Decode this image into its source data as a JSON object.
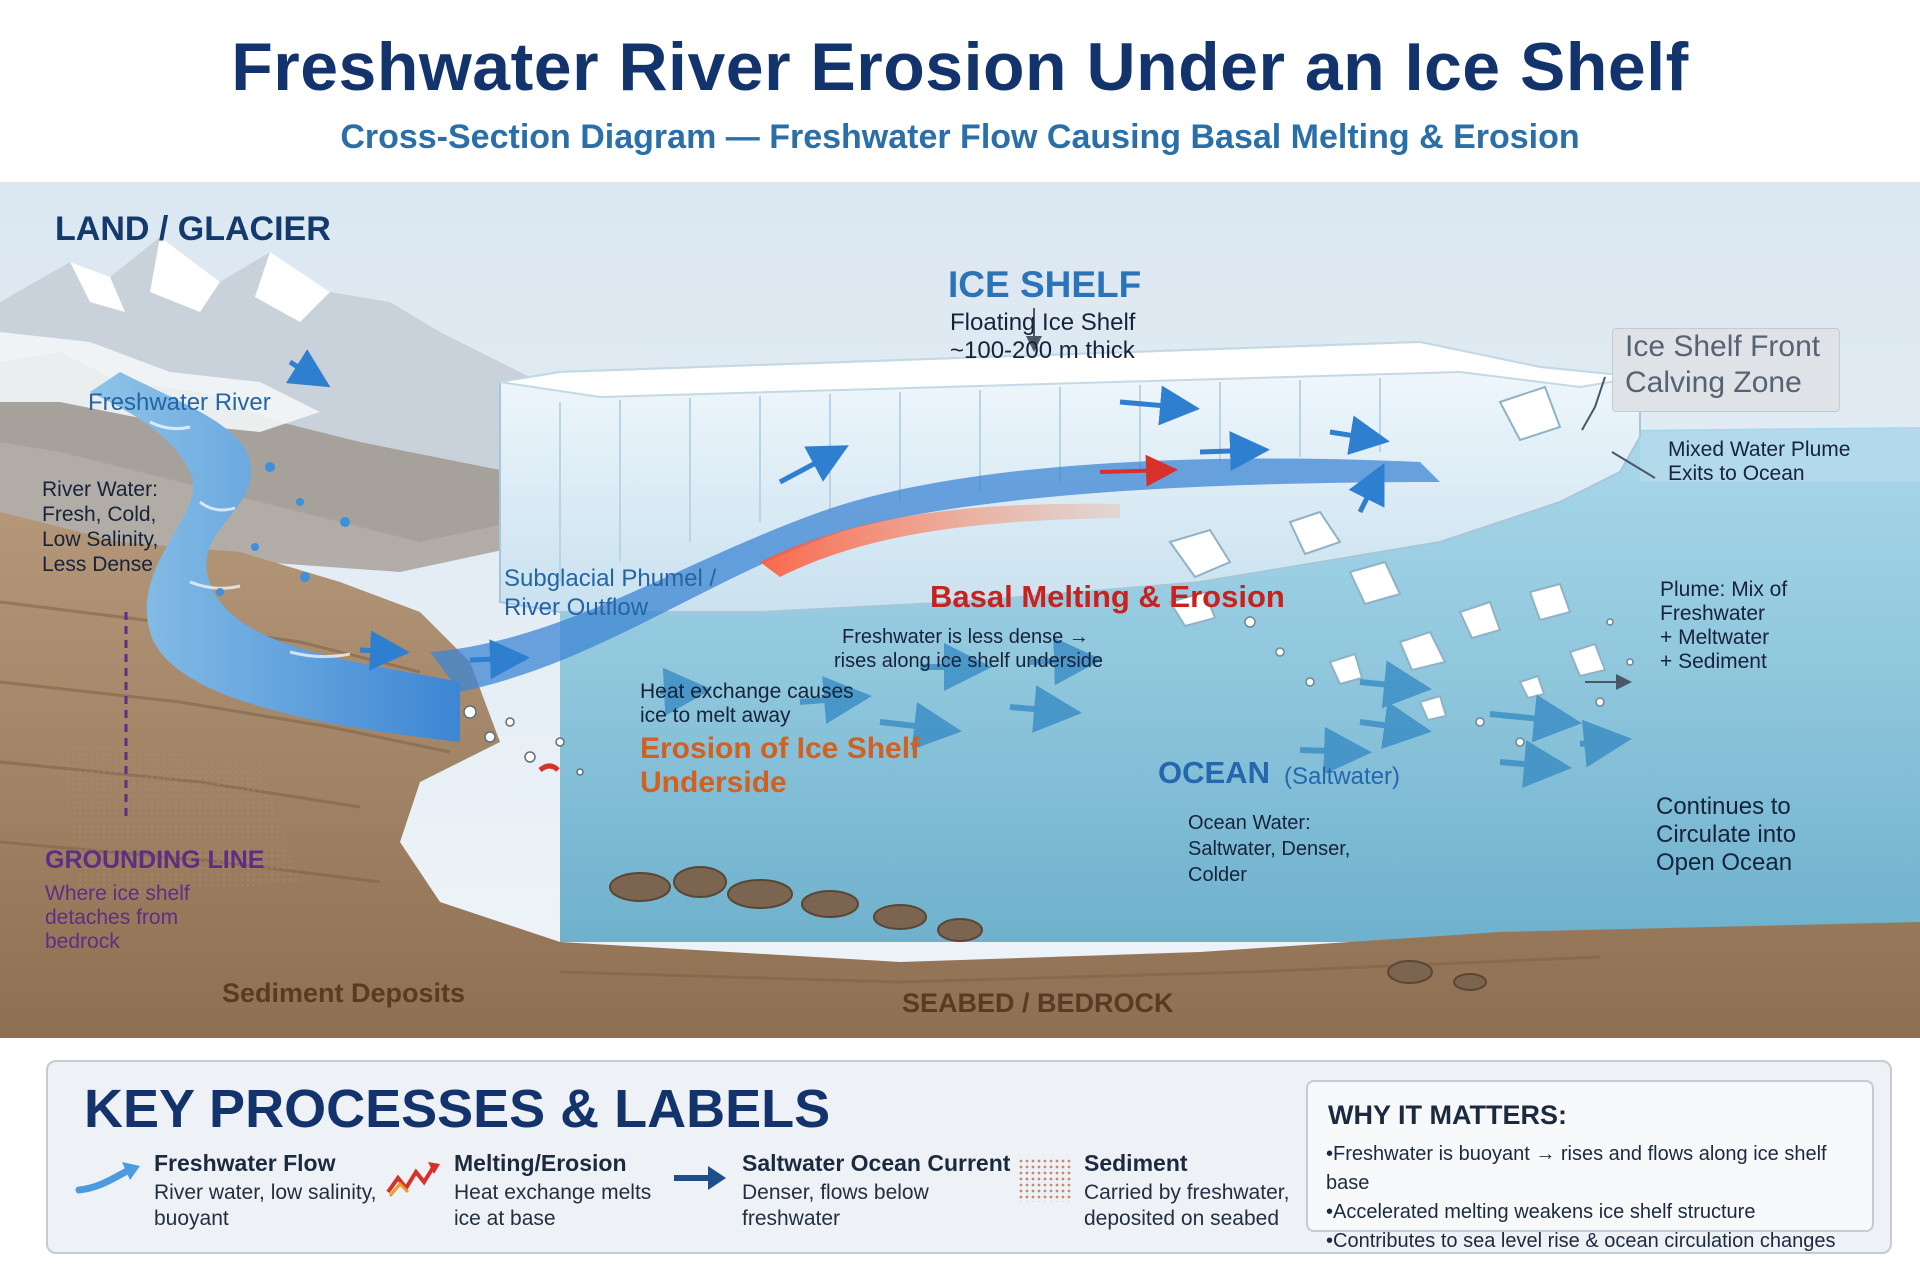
{
  "header": {
    "title": "Freshwater River Erosion Under an Ice Shelf",
    "subtitle": "Cross-Section Diagram — Freshwater Flow Causing Basal Melting & Erosion"
  },
  "diagram": {
    "land_glacier": "LAND / GLACIER",
    "ice_shelf": "ICE SHELF",
    "floating_ice_shelf": "Floating Ice Shelf",
    "thickness": "~100-200 m thick",
    "front_line1": "Ice Shelf Front",
    "front_line2": "Calving Zone",
    "mixed_plume_line1": "Mixed Water Plume",
    "mixed_plume_line2": "Exits to Ocean",
    "freshwater_river": "Freshwater River",
    "river_water": [
      "River Water:",
      "Fresh, Cold,",
      "Low Salinity,",
      "Less Dense"
    ],
    "subglacial_line1": "Subglacial Phumel /",
    "subglacial_line2": "River Outflow",
    "basal_melting": "Basal Melting & Erosion",
    "less_dense_line1": "Freshwater is less dense →",
    "less_dense_line2": "rises along ice shelf underside",
    "heat_line1": "Heat exchange causes",
    "heat_line2": "ice to melt away",
    "erosion_line1": "Erosion of Ice Shelf",
    "erosion_line2": "Underside",
    "plume_mix": [
      "Plume: Mix of",
      "Freshwater",
      "+ Meltwater",
      "+ Sediment"
    ],
    "ocean": "OCEAN",
    "saltwater": "(Saltwater)",
    "ocean_water": [
      "Ocean Water:",
      "Saltwater, Denser,",
      "Colder"
    ],
    "circulate": [
      "Continues to",
      "Circulate into",
      "Open Ocean"
    ],
    "grounding_line": "GROUNDING LINE",
    "grounding_desc": [
      "Where ice shelf",
      "detaches from",
      "bedrock"
    ],
    "sediment_deposits": "Sediment Deposits",
    "seabed": "SEABED / BEDROCK"
  },
  "key": {
    "title": "KEY PROCESSES & LABELS",
    "items": [
      {
        "name": "Freshwater Flow",
        "desc1": "River water, low salinity,",
        "desc2": "buoyant"
      },
      {
        "name": "Melting/Erosion",
        "desc1": "Heat exchange melts",
        "desc2": "ice at base"
      },
      {
        "name": "Saltwater Ocean Current",
        "desc1": "Denser, flows below",
        "desc2": "freshwater"
      },
      {
        "name": "Sediment",
        "desc1": "Carried by freshwater,",
        "desc2": "deposited on seabed"
      }
    ],
    "why_title": "WHY IT MATTERS:",
    "why_points": [
      "Freshwater is buoyant → rises and flows along ice shelf base",
      "Accelerated melting weakens ice shelf structure",
      "Contributes to sea level rise & ocean circulation changes"
    ]
  },
  "colors": {
    "title": "#12336b",
    "subtitle": "#2a6fa8",
    "freshwater": "#2f7fd0",
    "melting": "#d8302a",
    "ocean": "#9fcfe2",
    "ice": "#e6f2fa",
    "bedrock": "#a88a6c"
  }
}
